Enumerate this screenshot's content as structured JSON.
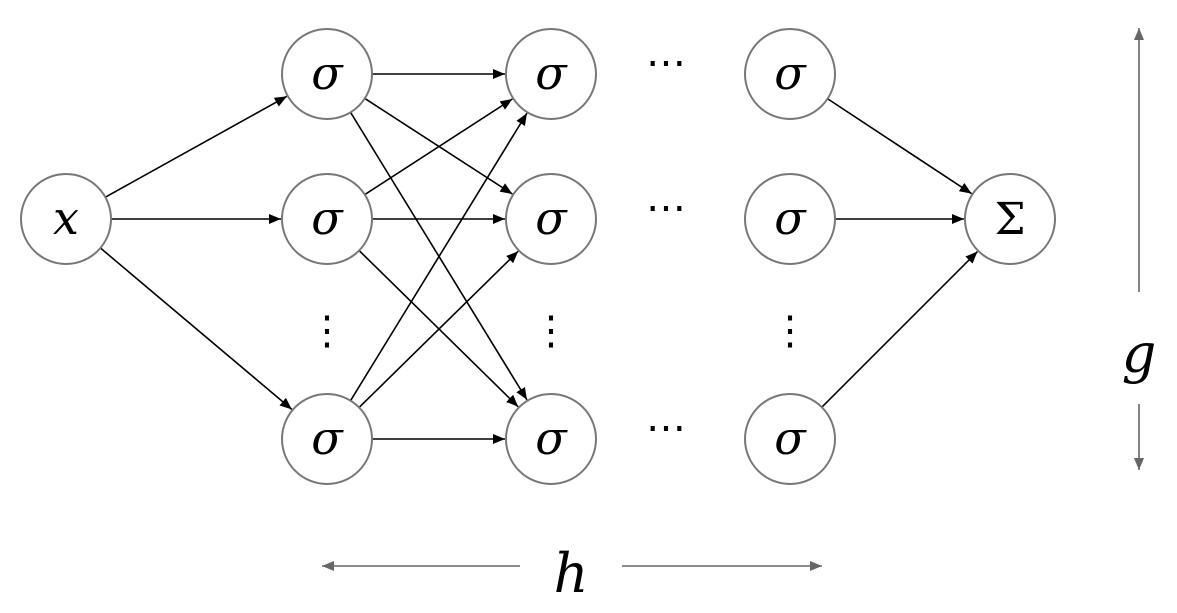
{
  "input_node": {
    "label": "x"
  },
  "hidden_nodes": {
    "label": "σ"
  },
  "output_node": {
    "label": "Σ"
  },
  "horizontal_ellipsis": "⋯",
  "vertical_ellipsis": "⋮",
  "width_dimension": {
    "label": "h"
  },
  "depth_dimension": {
    "label": "g"
  },
  "colors": {
    "node_stroke": "#777777",
    "edge": "#000000",
    "dimension_arrow": "#666666"
  }
}
